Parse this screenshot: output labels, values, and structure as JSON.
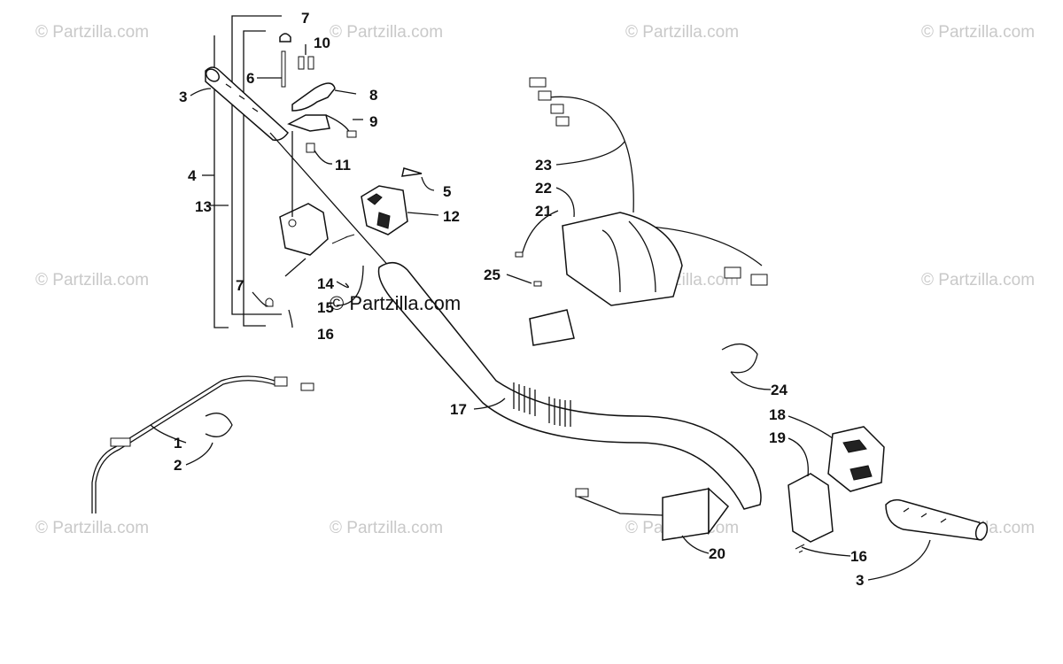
{
  "watermark": {
    "tile_text": "© Partzilla.com",
    "center_text": "© Partzilla.com"
  },
  "callouts": [
    {
      "id": "c7a",
      "label": "7"
    },
    {
      "id": "c10",
      "label": "10"
    },
    {
      "id": "c6",
      "label": "6"
    },
    {
      "id": "c8",
      "label": "8"
    },
    {
      "id": "c3a",
      "label": "3"
    },
    {
      "id": "c9",
      "label": "9"
    },
    {
      "id": "c11",
      "label": "11"
    },
    {
      "id": "c4",
      "label": "4"
    },
    {
      "id": "c5",
      "label": "5"
    },
    {
      "id": "c13",
      "label": "13"
    },
    {
      "id": "c12",
      "label": "12"
    },
    {
      "id": "c7b",
      "label": "7"
    },
    {
      "id": "c14",
      "label": "14"
    },
    {
      "id": "c15",
      "label": "15"
    },
    {
      "id": "c16a",
      "label": "16"
    },
    {
      "id": "c23",
      "label": "23"
    },
    {
      "id": "c22",
      "label": "22"
    },
    {
      "id": "c21",
      "label": "21"
    },
    {
      "id": "c25",
      "label": "25"
    },
    {
      "id": "c24",
      "label": "24"
    },
    {
      "id": "c18",
      "label": "18"
    },
    {
      "id": "c19",
      "label": "19"
    },
    {
      "id": "c17",
      "label": "17"
    },
    {
      "id": "c1",
      "label": "1"
    },
    {
      "id": "c2",
      "label": "2"
    },
    {
      "id": "c20",
      "label": "20"
    },
    {
      "id": "c16b",
      "label": "16"
    },
    {
      "id": "c3b",
      "label": "3"
    }
  ]
}
